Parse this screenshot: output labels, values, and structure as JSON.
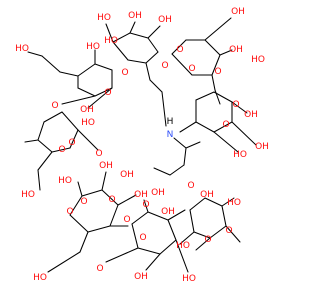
{
  "molecule": {
    "colors": {
      "bond": "#000000",
      "oxygen": "#ff0d0d",
      "nitrogen": "#3050f8",
      "background": "#ffffff"
    },
    "atom_labels": [
      "OH",
      "HO",
      "OH",
      "HO",
      "O",
      "OH",
      "HO",
      "O",
      "O",
      "O",
      "O",
      "OH",
      "HO",
      "HO",
      "O",
      "OH",
      "HO",
      "O",
      "N",
      "H",
      "O",
      "OH",
      "O",
      "OH",
      "HO",
      "O",
      "O",
      "O",
      "OH",
      "HO",
      "O",
      "OH",
      "O",
      "OH",
      "OH",
      "O",
      "OH",
      "O",
      "HO",
      "HO",
      "O",
      "HO",
      "O",
      "HO",
      "O",
      "O",
      "O",
      "OH",
      "HO",
      "O",
      "OH"
    ]
  }
}
